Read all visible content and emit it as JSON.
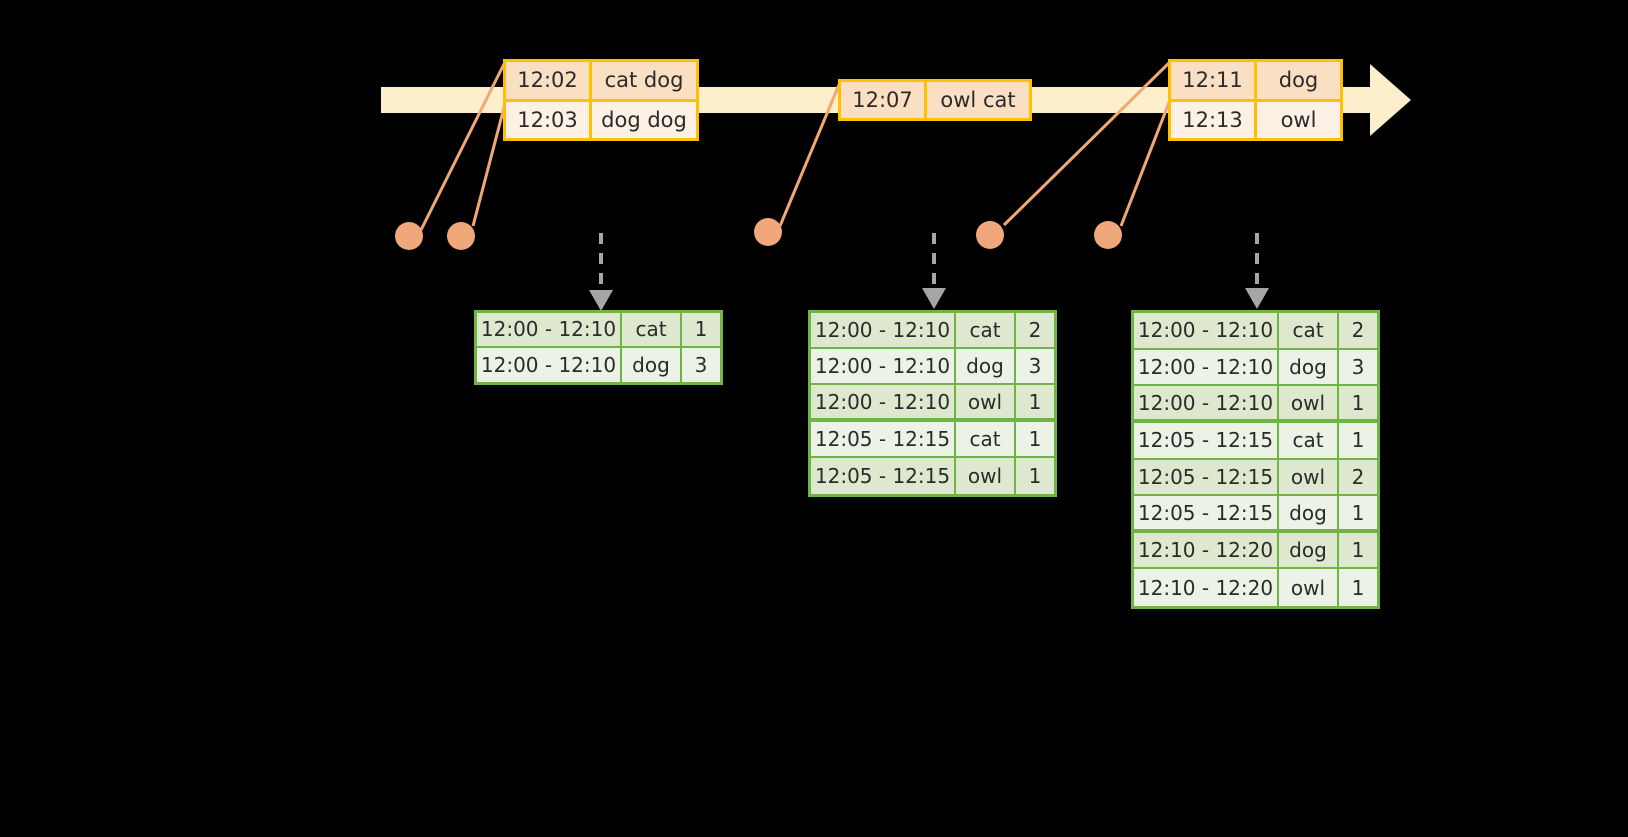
{
  "colors": {
    "background": "#000000",
    "timeline_fill": "#FDEFCC",
    "event_border": "#FFC000",
    "event_fill_dark": "#FBDFC2",
    "event_fill_light": "#FDF0E4",
    "connector": "#F0A875",
    "dot": "#F0A87B",
    "table_border": "#6FB545",
    "table_fill_dark": "#DDE8CE",
    "table_fill_light": "#EDF2E6",
    "arrow_gray": "#A6A6A6"
  },
  "timeline": {
    "name": "event-timeline-arrow",
    "direction": "left-to-right"
  },
  "events": [
    {
      "id": "event-group-1",
      "rows": [
        {
          "time": "12:02",
          "words": "cat dog"
        },
        {
          "time": "12:03",
          "words": "dog dog"
        }
      ]
    },
    {
      "id": "event-group-2",
      "rows": [
        {
          "time": "12:07",
          "words": "owl cat"
        }
      ]
    },
    {
      "id": "event-group-3",
      "rows": [
        {
          "time": "12:11",
          "words": "dog"
        },
        {
          "time": "12:13",
          "words": "owl"
        }
      ]
    }
  ],
  "results": [
    {
      "id": "result-table-1",
      "rows": [
        {
          "window": "12:00 - 12:10",
          "key": "cat",
          "count": "1"
        },
        {
          "window": "12:00 - 12:10",
          "key": "dog",
          "count": "3"
        }
      ]
    },
    {
      "id": "result-table-2",
      "rows": [
        {
          "window": "12:00 - 12:10",
          "key": "cat",
          "count": "2"
        },
        {
          "window": "12:00 - 12:10",
          "key": "dog",
          "count": "3"
        },
        {
          "window": "12:00 - 12:10",
          "key": "owl",
          "count": "1"
        },
        {
          "window": "12:05 - 12:15",
          "key": "cat",
          "count": "1"
        },
        {
          "window": "12:05 - 12:15",
          "key": "owl",
          "count": "1"
        }
      ]
    },
    {
      "id": "result-table-3",
      "rows": [
        {
          "window": "12:00 - 12:10",
          "key": "cat",
          "count": "2"
        },
        {
          "window": "12:00 - 12:10",
          "key": "dog",
          "count": "3"
        },
        {
          "window": "12:00 - 12:10",
          "key": "owl",
          "count": "1"
        },
        {
          "window": "12:05 - 12:15",
          "key": "cat",
          "count": "1"
        },
        {
          "window": "12:05 - 12:15",
          "key": "owl",
          "count": "2"
        },
        {
          "window": "12:05 - 12:15",
          "key": "dog",
          "count": "1"
        },
        {
          "window": "12:10 - 12:20",
          "key": "dog",
          "count": "1"
        },
        {
          "window": "12:10 - 12:20",
          "key": "owl",
          "count": "1"
        }
      ]
    }
  ]
}
